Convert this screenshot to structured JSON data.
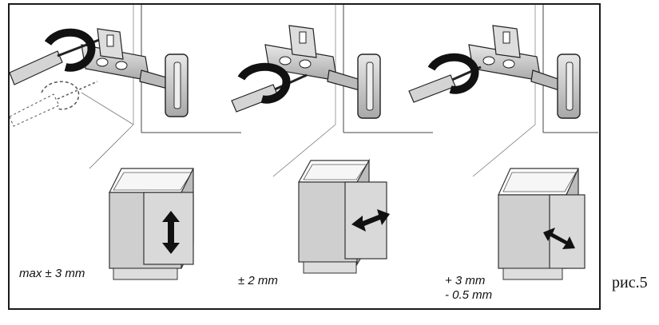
{
  "panels": [
    {
      "label_lines": [
        "max ± 3 mm"
      ]
    },
    {
      "label_lines": [
        "± 2 mm"
      ]
    },
    {
      "label_lines": [
        "+ 3 mm",
        "- 0.5 mm"
      ]
    }
  ],
  "caption": "рис.5"
}
